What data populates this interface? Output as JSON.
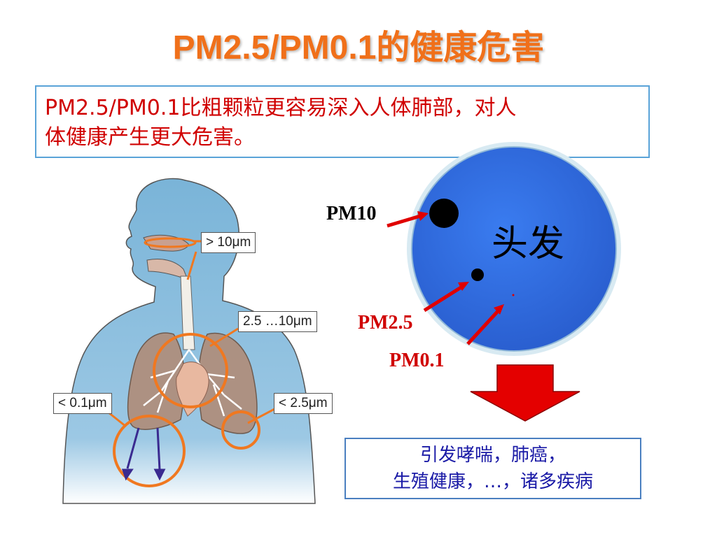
{
  "title": "PM2.5/PM0.1的健康危害",
  "intro": {
    "line1": "PM2.5/PM0.1比粗颗粒更容易深入人体肺部，对人",
    "line2": "体健康产生更大危害。"
  },
  "callouts": {
    "nose": "> 10μm",
    "bronchi": "2.5 …10μm",
    "alveoli_right": "< 2.5μm",
    "blood": "< 0.1μm"
  },
  "hair": {
    "label": "头发",
    "pm10": "PM10",
    "pm25": "PM2.5",
    "pm01": "PM0.1"
  },
  "result": {
    "line1": "引发哮喘，肺癌，",
    "line2": "生殖健康，…，诸多疾病"
  },
  "colors": {
    "title": "#f0701a",
    "intro_text": "#d00000",
    "body": "#7ab4d8",
    "lung": "#b08c78",
    "hair": "#2f6fe0",
    "arrow": "#e00000",
    "highlight_circle": "#f07820",
    "result_text": "#1a1aa6"
  }
}
